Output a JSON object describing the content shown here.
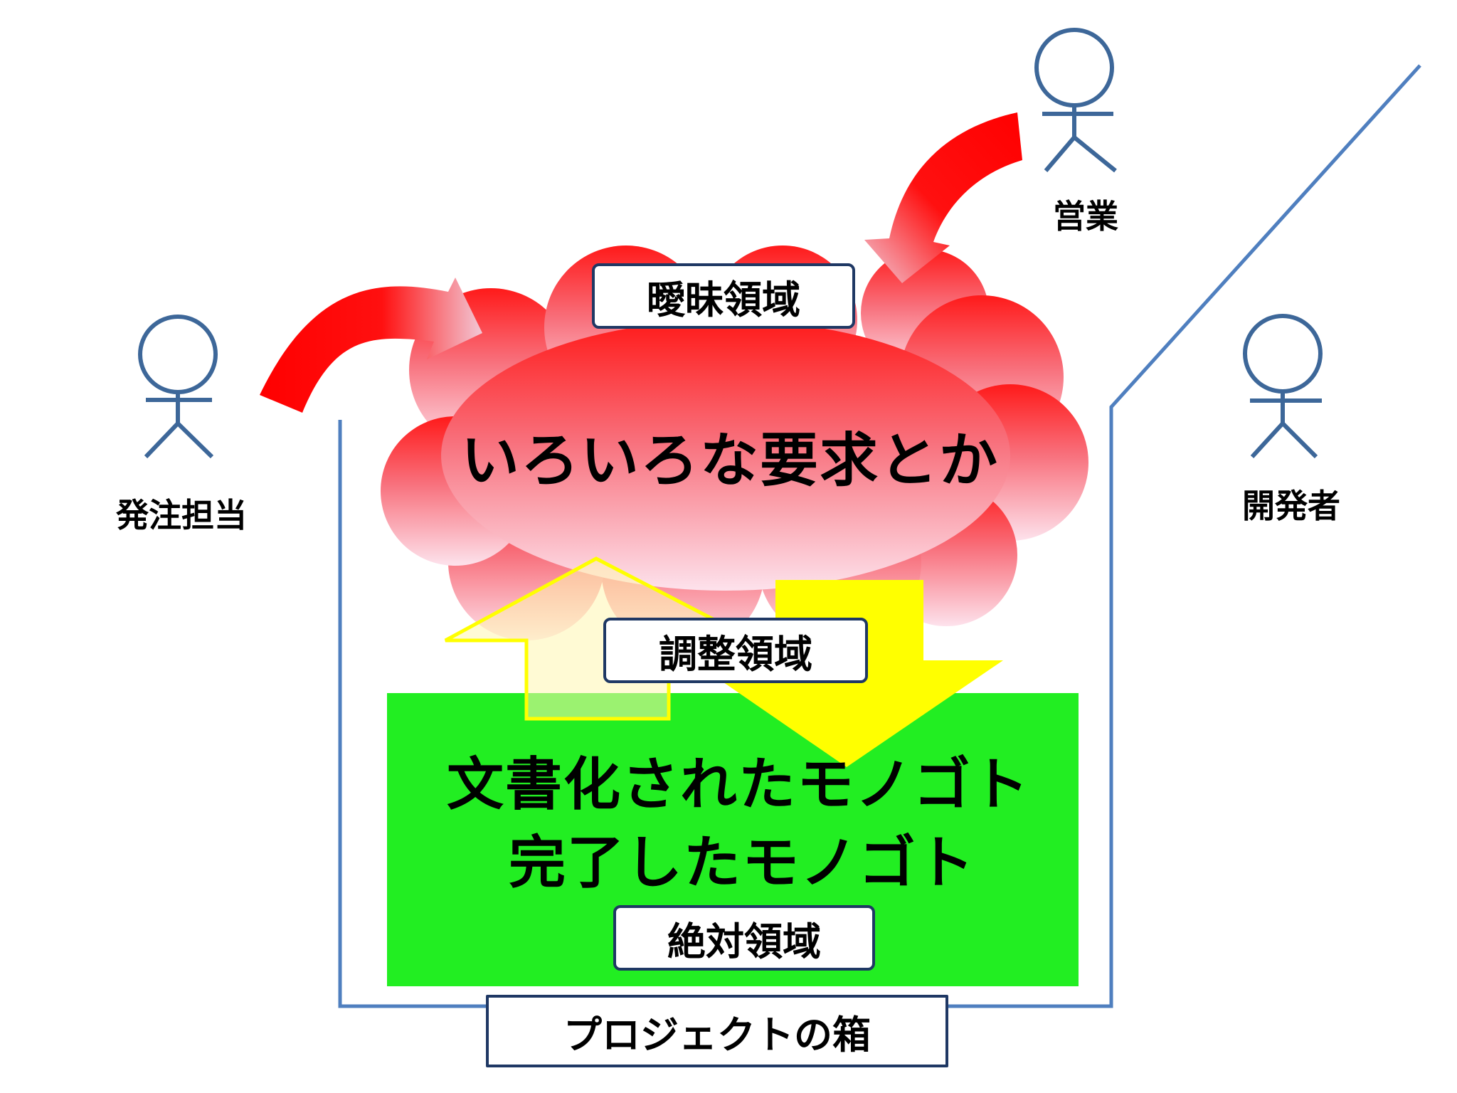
{
  "actors": {
    "client": {
      "label": "発注担当"
    },
    "sales": {
      "label": "営業"
    },
    "developer": {
      "label": "開発者"
    }
  },
  "cloud": {
    "text": "いろいろな要求とか",
    "tag": "曖昧領域"
  },
  "adjust": {
    "tag": "調整領域"
  },
  "green": {
    "line1": "文書化されたモノゴト",
    "line2": "完了したモノゴト",
    "tag": "絶対領域"
  },
  "box": {
    "label": "プロジェクトの箱"
  },
  "colors": {
    "cloud_top": "#ff1a1a",
    "cloud_bottom": "#fde2ec",
    "green_area": "#22ee22",
    "box_line": "#4f7fbf",
    "person": "#3d6799",
    "arrow_red": "#ff0000",
    "arrow_yellow": "#ffff00"
  }
}
